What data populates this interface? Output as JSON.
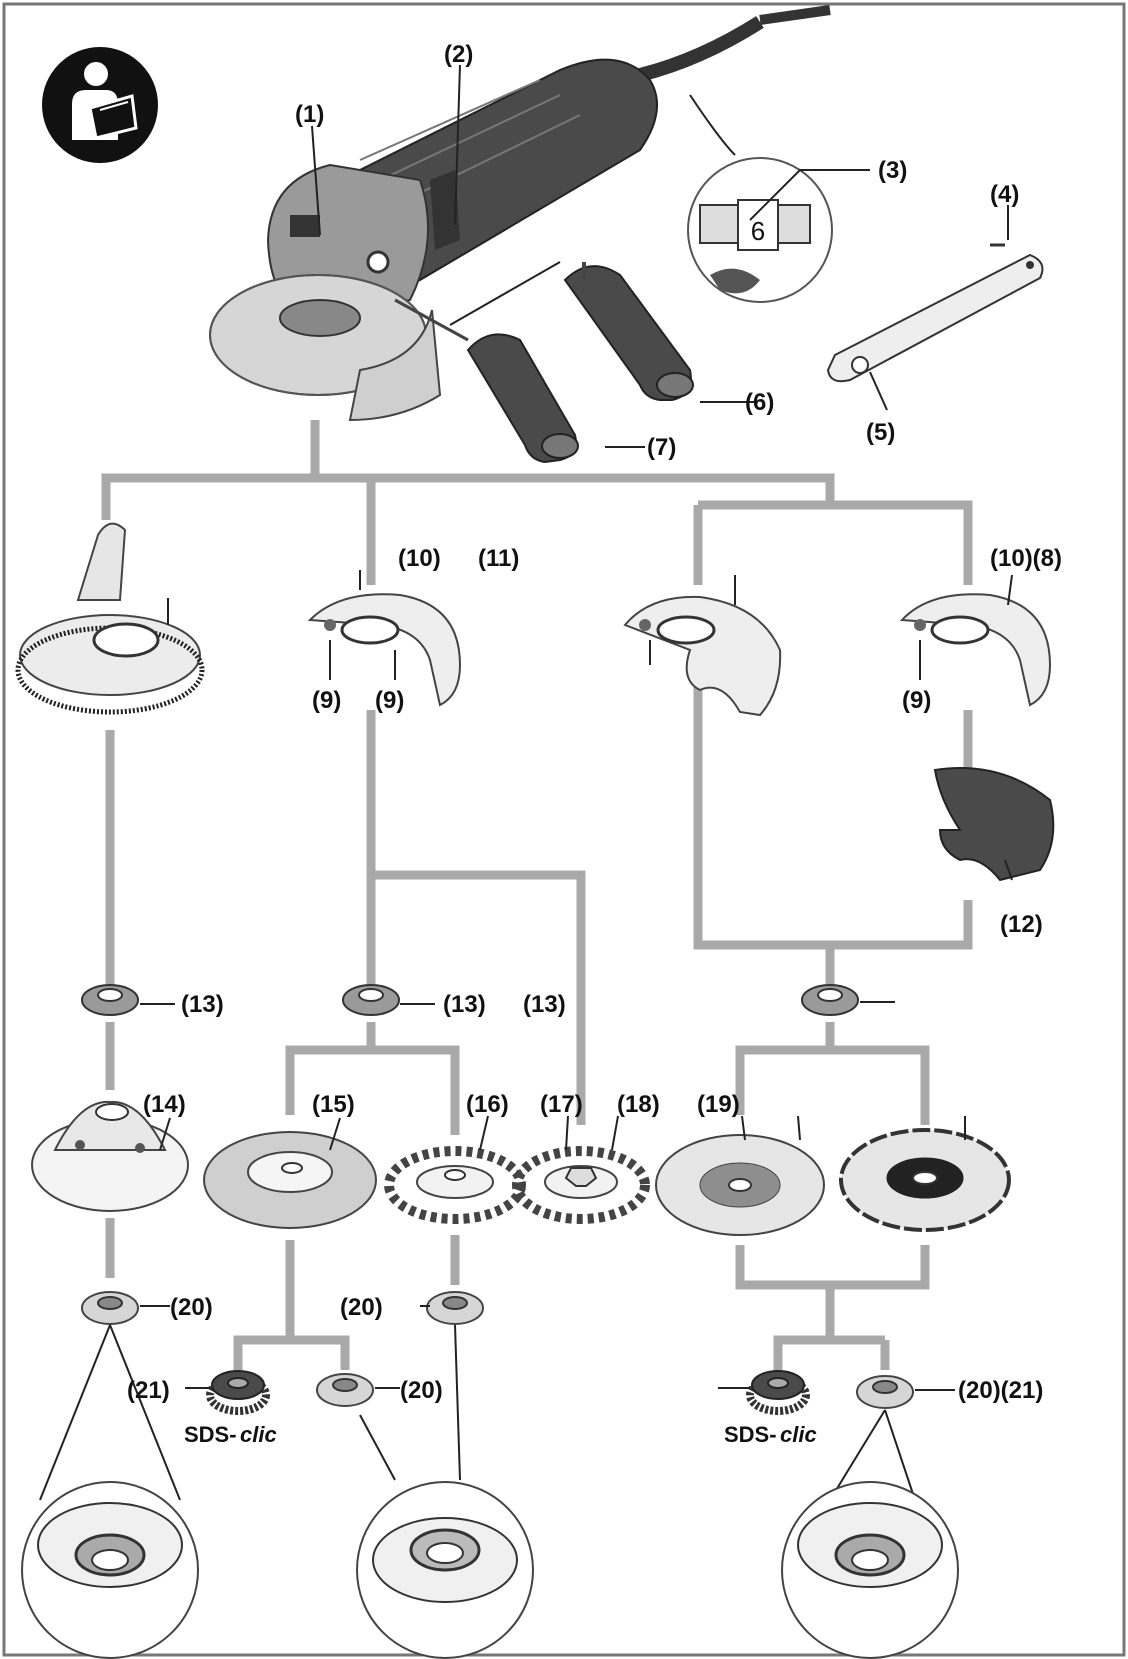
{
  "border_color": "#777777",
  "line_color": "#a9a9a9",
  "icon": "read-manual-icon",
  "labels": {
    "l1": "(1)",
    "l2": "(2)",
    "l3": "(3)",
    "l4": "(4)",
    "l5": "(5)",
    "l6": "(6)",
    "l7": "(7)",
    "l10a": "(10)",
    "l11": "(11)",
    "l10_8": "(10)(8)",
    "l9a": "(9)",
    "l9b": "(9)",
    "l9c": "(9)",
    "l12": "(12)",
    "l13a": "(13)",
    "l13b": "(13)",
    "l13c": "(13)",
    "l14": "(14)",
    "l15": "(15)",
    "l16": "(16)",
    "l17": "(17)",
    "l18": "(18)",
    "l19": "(19)",
    "l20a": "(20)",
    "l20b": "(20)",
    "l20c": "(20)",
    "l20_21": "(20)(21)",
    "l21": "(21)"
  },
  "brand": {
    "sds_prefix": "SDS-",
    "sds_suffix": "clic"
  },
  "gauge_value": "6"
}
